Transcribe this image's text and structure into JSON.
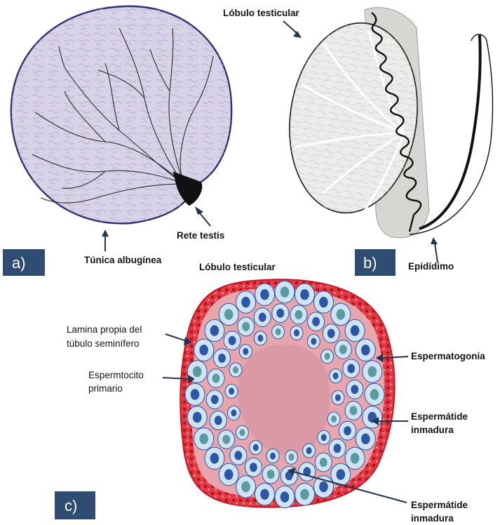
{
  "panels": {
    "a": {
      "letter": "a)",
      "labels": {
        "albuginea": "Túnica albugínea",
        "rete": "Rete testis"
      }
    },
    "b": {
      "letter": "b)",
      "labels": {
        "lobulo": "Lóbulo testicular",
        "epididimo": "Epidídimo"
      }
    },
    "c": {
      "letter": "c)",
      "labels": {
        "lobulo": "Lóbulo testicular",
        "lamina_1": "Lamina propia del",
        "lamina_2": "túbulo seminífero",
        "espermatocito_1": "Espermtocito",
        "espermatocito_2": "primario",
        "espermatogonia": "Espermatogonia",
        "espermatide_1a": "Espermátide",
        "espermatide_1b": "inmadura",
        "espermatide_2a": "Espermátide",
        "espermatide_2b": "inmadura"
      }
    }
  },
  "colors": {
    "panel_badge": "#2f4d73",
    "testis_fill": "#d8d2e6",
    "testis_border": "#2e2f6e",
    "lobule_fill": "#ececea",
    "tubule_wall": "#d9202e",
    "lumen": "#d99aa5",
    "cell_fill": "#cfe3f2",
    "nucleus": "#2d56a5"
  }
}
